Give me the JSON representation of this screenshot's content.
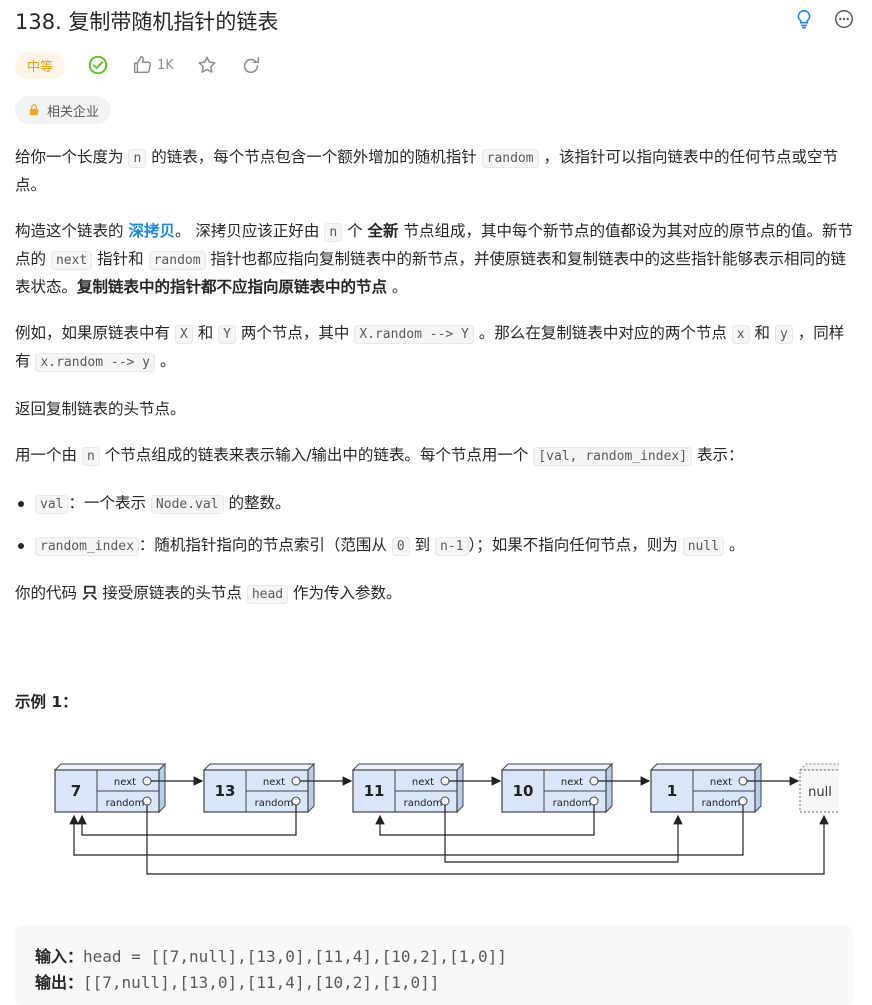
{
  "header": {
    "title": "138. 复制带随机指针的链表"
  },
  "meta": {
    "difficulty": "中等",
    "likes": "1K",
    "company_label": "相关企业"
  },
  "colors": {
    "accent": "#1e88e5",
    "difficulty": "#f59e0b",
    "solved": "#52c41a"
  },
  "icons": [
    "lightbulb-icon",
    "more-icon",
    "check-circle-icon",
    "thumb-up-icon",
    "star-icon",
    "share-icon",
    "lock-icon"
  ],
  "content": {
    "p1": {
      "t1": "给你一个长度为 ",
      "c1": "n",
      "t2": " 的链表，每个节点包含一个额外增加的随机指针 ",
      "c2": "random",
      "t3": " ，该指针可以指向链表中的任何节点或空节点。"
    },
    "p2": {
      "t1": "构造这个链表的 ",
      "link": "深拷贝",
      "t2": "。 深拷贝应该正好由 ",
      "c1": "n",
      "t3": " 个 ",
      "b1": "全新",
      "t4": " 节点组成，其中每个新节点的值都设为其对应的原节点的值。新节点的 ",
      "c2": "next",
      "t5": " 指针和 ",
      "c3": "random",
      "t6": " 指针也都应指向复制链表中的新节点，并使原链表和复制链表中的这些指针能够表示相同的链表状态。",
      "b2": "复制链表中的指针都不应指向原链表中的节点",
      "t7": " 。"
    },
    "p3": {
      "t1": "例如，如果原链表中有 ",
      "c1": "X",
      "t2": " 和 ",
      "c2": "Y",
      "t3": " 两个节点，其中 ",
      "c3": "X.random --> Y",
      "t4": " 。那么在复制链表中对应的两个节点 ",
      "c4": "x",
      "t5": " 和 ",
      "c5": "y",
      "t6": " ，同样有 ",
      "c6": "x.random --> y",
      "t7": " 。"
    },
    "p4": "返回复制链表的头节点。",
    "p5": {
      "t1": "用一个由 ",
      "c1": "n",
      "t2": " 个节点组成的链表来表示输入/输出中的链表。每个节点用一个 ",
      "c2": "[val, random_index]",
      "t3": " 表示："
    },
    "li1": {
      "c1": "val",
      "t1": "：一个表示 ",
      "c2": "Node.val",
      "t2": " 的整数。"
    },
    "li2": {
      "c1": "random_index",
      "t1": "：随机指针指向的节点索引（范围从 ",
      "c2": "0",
      "t2": " 到 ",
      "c3": "n-1",
      "t3": "）；如果不指向任何节点，则为 ",
      "c4": "null",
      "t4": " 。"
    },
    "p6": {
      "t1": "你的代码 ",
      "b1": "只",
      "t2": " 接受原链表的头节点 ",
      "c1": "head",
      "t3": " 作为传入参数。"
    }
  },
  "example": {
    "title": "示例 1：",
    "diagram": {
      "nodes": [
        "7",
        "13",
        "11",
        "10",
        "1"
      ],
      "null_label": "null",
      "next_label": "next",
      "random_label": "random"
    },
    "input_label": "输入：",
    "input_value": "head = [[7,null],[13,0],[11,4],[10,2],[1,0]]",
    "output_label": "输出：",
    "output_value": "[[7,null],[13,0],[11,4],[10,2],[1,0]]"
  }
}
